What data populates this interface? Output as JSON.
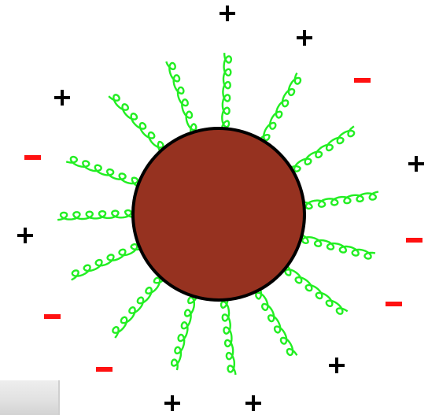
{
  "diagram": {
    "particle_color": "#963220",
    "particle_outline": "#000000",
    "ligand_color": "#22ee22",
    "positive_color": "#000000",
    "negative_color": "#ff1111"
  },
  "charges": [
    {
      "sign": "+",
      "kind": "positive"
    },
    {
      "sign": "+",
      "kind": "positive"
    },
    {
      "sign": "−",
      "kind": "negative"
    },
    {
      "sign": "+",
      "kind": "positive"
    },
    {
      "sign": "−",
      "kind": "negative"
    },
    {
      "sign": "−",
      "kind": "negative"
    },
    {
      "sign": "+",
      "kind": "positive"
    },
    {
      "sign": "+",
      "kind": "positive"
    },
    {
      "sign": "+",
      "kind": "positive"
    },
    {
      "sign": "−",
      "kind": "negative"
    },
    {
      "sign": "+",
      "kind": "positive"
    },
    {
      "sign": "−",
      "kind": "negative"
    },
    {
      "sign": "+",
      "kind": "positive"
    },
    {
      "sign": "−",
      "kind": "negative"
    }
  ]
}
